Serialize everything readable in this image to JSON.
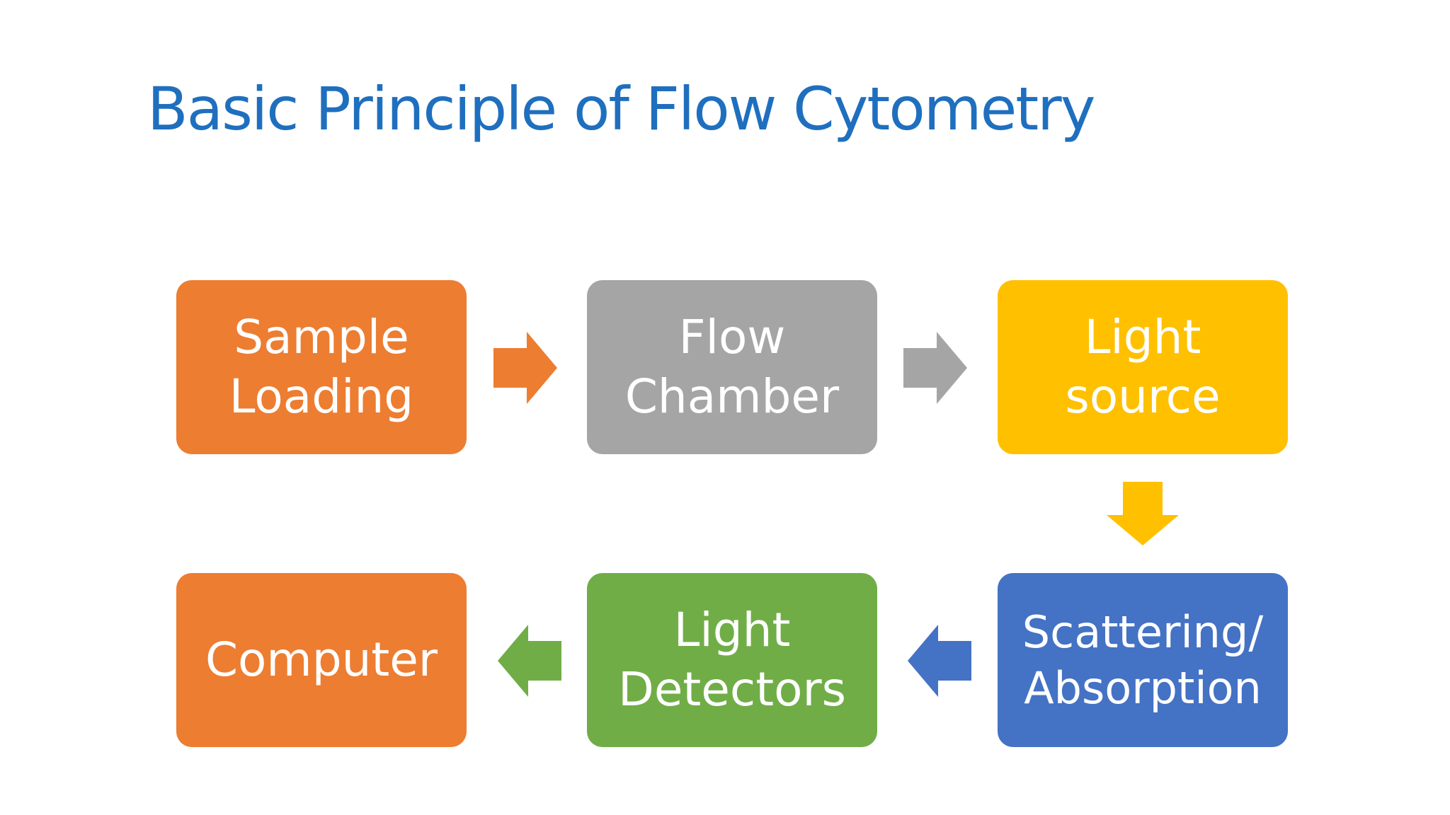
{
  "slide": {
    "title": "Basic Principle of Flow Cytometry"
  },
  "steps": [
    {
      "id": "sample-loading",
      "label": "Sample\nLoading",
      "color": "#ed7d31"
    },
    {
      "id": "flow-chamber",
      "label": "Flow\nChamber",
      "color": "#a5a5a5"
    },
    {
      "id": "light-source",
      "label": "Light\nsource",
      "color": "#ffc000"
    },
    {
      "id": "scattering-absorption",
      "label": "Scattering/\nAbsorption",
      "color": "#4472c4"
    },
    {
      "id": "light-detectors",
      "label": "Light\nDetectors",
      "color": "#70ad47"
    },
    {
      "id": "computer",
      "label": "Computer",
      "color": "#ed7d31"
    }
  ],
  "arrows": [
    {
      "from": "sample-loading",
      "to": "flow-chamber",
      "direction": "right",
      "color": "#ed7d31"
    },
    {
      "from": "flow-chamber",
      "to": "light-source",
      "direction": "right",
      "color": "#a5a5a5"
    },
    {
      "from": "light-source",
      "to": "scattering-absorption",
      "direction": "down",
      "color": "#ffc000"
    },
    {
      "from": "scattering-absorption",
      "to": "light-detectors",
      "direction": "left",
      "color": "#4472c4"
    },
    {
      "from": "light-detectors",
      "to": "computer",
      "direction": "left",
      "color": "#70ad47"
    }
  ]
}
